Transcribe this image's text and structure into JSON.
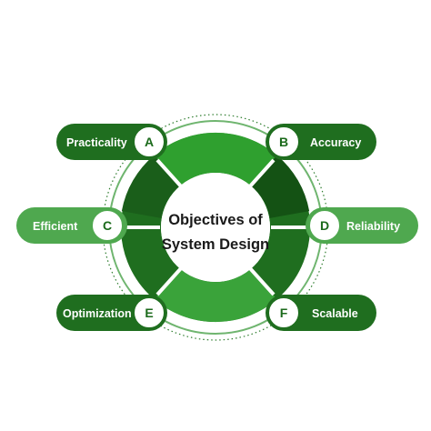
{
  "diagram": {
    "center_title_line1": "Objectives of",
    "center_title_line2": "System Design",
    "items": [
      {
        "letter": "A",
        "label": "Practicality"
      },
      {
        "letter": "B",
        "label": "Accuracy"
      },
      {
        "letter": "C",
        "label": "Efficient"
      },
      {
        "letter": "D",
        "label": "Reliability"
      },
      {
        "letter": "E",
        "label": "Optimization"
      },
      {
        "letter": "F",
        "label": "Scalable"
      }
    ]
  },
  "colors": {
    "dark_green": "#1f6e1f",
    "medium_green": "#2e8b2e",
    "light_green": "#4fa84f",
    "bright_green": "#3aa83a"
  }
}
